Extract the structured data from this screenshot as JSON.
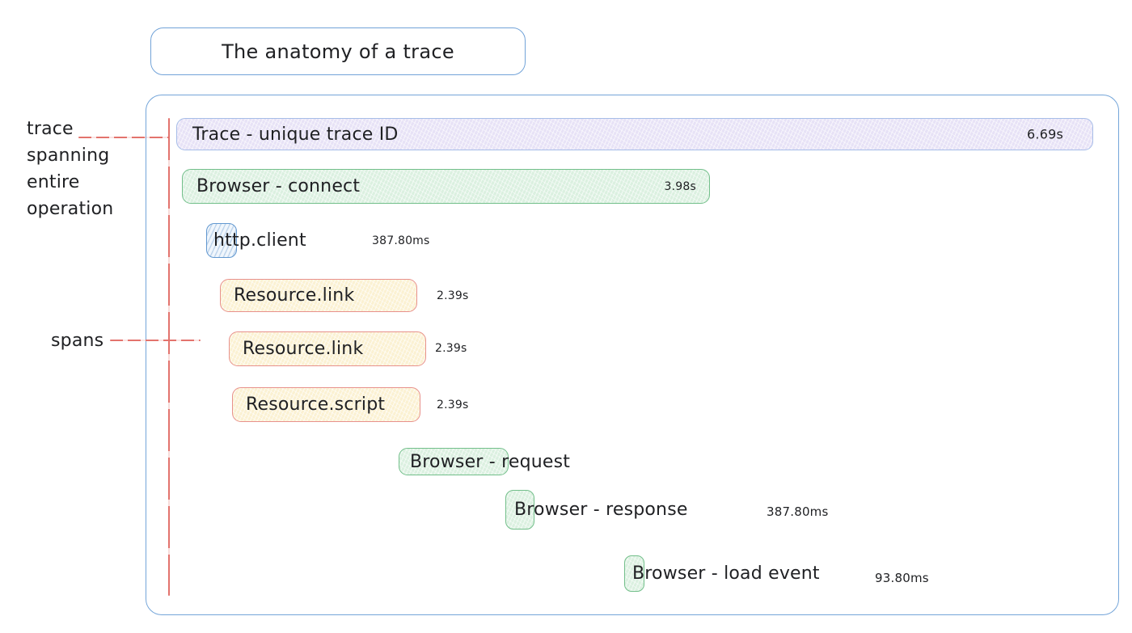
{
  "title_box": {
    "label": "The anatomy of a trace"
  },
  "annotations": {
    "trace": "trace\nspanning\nentire\noperation",
    "spans": "spans"
  },
  "trace_bar": {
    "label": "Trace - unique trace ID",
    "duration": "6.69s"
  },
  "spans": [
    {
      "id": "browser-connect",
      "label": "Browser - connect",
      "duration": "3.98s"
    },
    {
      "id": "http-client",
      "label": "http.client",
      "duration": "387.80ms"
    },
    {
      "id": "resource-link-1",
      "label": "Resource.link",
      "duration": "2.39s"
    },
    {
      "id": "resource-link-2",
      "label": "Resource.link",
      "duration": "2.39s"
    },
    {
      "id": "resource-script",
      "label": "Resource.script",
      "duration": "2.39s"
    },
    {
      "id": "browser-request",
      "label": "Browser - request",
      "duration": ""
    },
    {
      "id": "browser-response",
      "label": "Browser - response",
      "duration": "387.80ms"
    },
    {
      "id": "browser-load-event",
      "label": "Browser - load event",
      "duration": "93.80ms"
    }
  ],
  "colors": {
    "frame_border": "#74a5d9",
    "annotation_line": "#e3736d",
    "trace_fill": "#e7e2f6",
    "trace_border": "#a7bde8",
    "browser_fill": "#dbf0e0",
    "browser_border": "#72bf8a",
    "resource_fill": "#fbf1d2",
    "resource_border": "#e8918c",
    "http_fill": "#f0f6fc",
    "http_border": "#6298d0",
    "text": "#1f2023"
  }
}
